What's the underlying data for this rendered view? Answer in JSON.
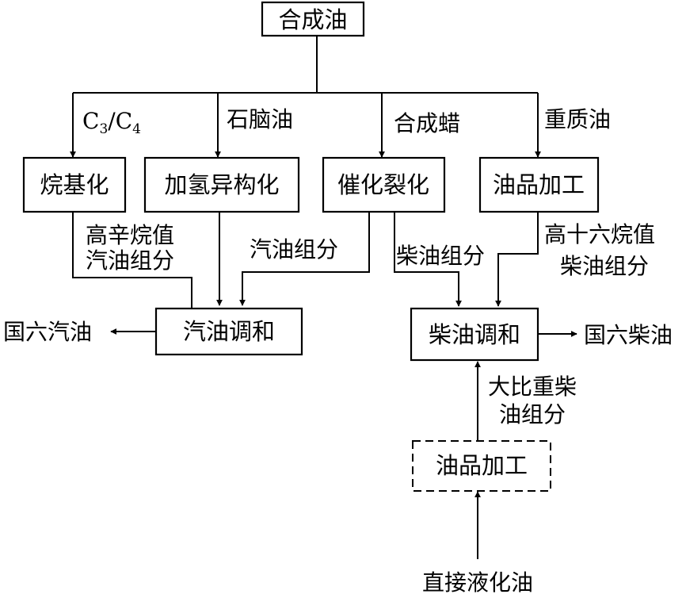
{
  "nodes": {
    "synthetic_oil": "合成油",
    "alkylation": "烷基化",
    "hydroisomerization": "加氢异构化",
    "catalytic_cracking": "催化裂化",
    "oil_processing_top": "油品加工",
    "gasoline_blending": "汽油调和",
    "diesel_blending": "柴油调和",
    "oil_processing_bottom": "油品加工"
  },
  "edge_labels": {
    "c3c4_c": "C",
    "c3c4_sub1": "3",
    "c3c4_slash": "/C",
    "c3c4_sub2": "4",
    "naphtha": "石脑油",
    "synthetic_wax": "合成蜡",
    "heavy_oil": "重质油",
    "high_octane_line1": "高辛烷值",
    "high_octane_line2": "汽油组分",
    "gasoline_component": "汽油组分",
    "diesel_component": "柴油组分",
    "high_cetane_line1": "高十六烷值",
    "high_cetane_line2": "柴油组分",
    "heavy_diesel_line1": "大比重柴",
    "heavy_diesel_line2": "油组分"
  },
  "outputs": {
    "guo6_gasoline": "国六汽油",
    "guo6_diesel": "国六柴油"
  },
  "inputs": {
    "direct_liquefaction_oil": "直接液化油"
  }
}
